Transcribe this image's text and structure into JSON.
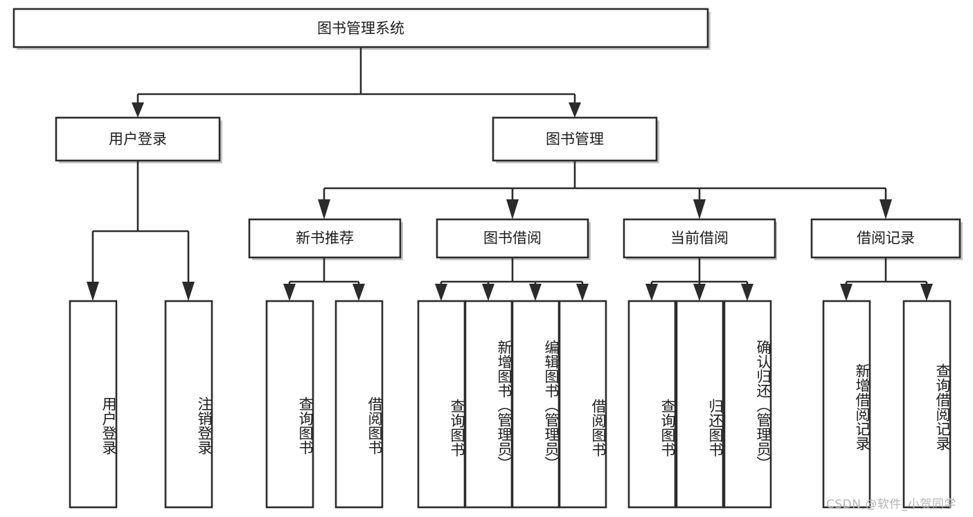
{
  "diagram": {
    "title": "图书管理系统",
    "type": "tree-hierarchy",
    "watermark": "CSDN @软件_小贺同学",
    "colors": {
      "stroke": "#2b2b2b",
      "fill": "#ffffff",
      "text": "#1b1b1b",
      "shadow": "#b9b9b9",
      "watermark": "#b5b5b5"
    },
    "nodes": {
      "root": {
        "label": "图书管理系统"
      },
      "level2": [
        {
          "label": "用户登录"
        },
        {
          "label": "图书管理"
        }
      ],
      "level3": [
        {
          "label": "新书推荐"
        },
        {
          "label": "图书借阅"
        },
        {
          "label": "当前借阅"
        },
        {
          "label": "借阅记录"
        }
      ],
      "leaves": {
        "user_login": [
          {
            "label": "用户登录"
          },
          {
            "label": "注销登录"
          }
        ],
        "new_book": [
          {
            "label": "查询图书"
          },
          {
            "label": "借阅图书"
          }
        ],
        "book_borrow": [
          {
            "label": "查询图书"
          },
          {
            "label": "新增图书（管理员）"
          },
          {
            "label": "编辑图书（管理员）"
          },
          {
            "label": "借阅图书"
          }
        ],
        "current_borrow": [
          {
            "label": "查询图书"
          },
          {
            "label": "归还图书"
          },
          {
            "label": "确认归还（管理员）"
          }
        ],
        "borrow_record": [
          {
            "label": "新增借阅记录"
          },
          {
            "label": "查询借阅记录"
          }
        ]
      }
    }
  }
}
